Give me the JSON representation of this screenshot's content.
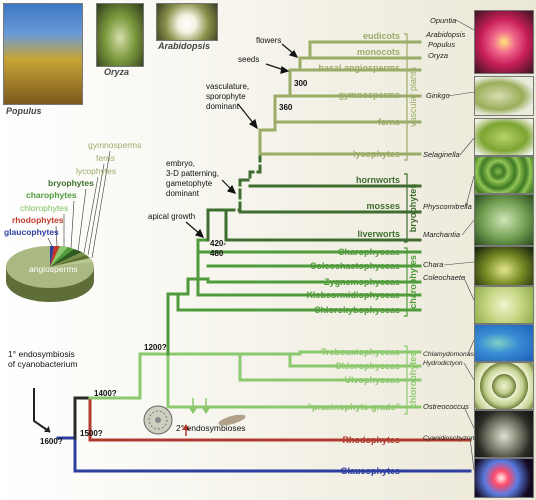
{
  "photos": {
    "populus": "Populus",
    "oryza": "Oryza",
    "arabidopsis": "Arabidopsis"
  },
  "pie": {
    "labels": [
      {
        "text": "gymnosperms",
        "color": "#9aac68"
      },
      {
        "text": "ferns",
        "color": "#9aac68"
      },
      {
        "text": "lycophytes",
        "color": "#9aac68"
      },
      {
        "text": "bryophytes",
        "color": "#3e6d2f"
      },
      {
        "text": "charophytes",
        "color": "#4f9a3a"
      },
      {
        "text": "chlorophytes",
        "color": "#8cc86e"
      },
      {
        "text": "rhodophytes",
        "color": "#c0392b"
      },
      {
        "text": "glaucophytes",
        "color": "#2d3e9e"
      }
    ],
    "main_label": "angiosperms"
  },
  "taxa": {
    "vascular": [
      "eudicots",
      "monocots",
      "basal angiosperms",
      "gymnosperms",
      "ferns",
      "lycophytes"
    ],
    "bryophytes": [
      "hornworts",
      "mosses",
      "liverworts"
    ],
    "charophytes": [
      "Charophyceae",
      "Coleochaetophyceae",
      "Zygnemophyceae",
      "Klebsormidiophyceae",
      "Chlorokybophyceae"
    ],
    "chlorophytes": [
      "Trebouxiophyceae",
      "Chlorophyceae",
      "Ulvophyceae",
      "“prasinophyte grade”"
    ],
    "rhodophytes": "Rhodophytes",
    "glaucophytes": "Glaucophytes"
  },
  "groups": {
    "vascular": "vascular plants",
    "bryophytes": "bryophytes",
    "charophytes": "charophytes",
    "chlorophytes": "chlorophytes"
  },
  "events": {
    "flowers": "flowers",
    "seeds": "seeds",
    "vasculature": [
      "vasculature,",
      "sporophyte",
      "dominant"
    ],
    "embryo": [
      "embryo,",
      "3-D patterning,",
      "gametophyte",
      "dominant"
    ],
    "apical": "apical growth",
    "endo1": [
      "1° endosymbiosis",
      "of cyanobacterium"
    ],
    "endo2": "2° endosymbioses"
  },
  "times": {
    "t300": "300",
    "t360": "360",
    "t420": "420-",
    "t480": "480",
    "t1200": "1200?",
    "t1400": "1400?",
    "t1500": "1500?",
    "t1600": "1600?"
  },
  "organisms": [
    "Opuntia",
    "Arabidopsis",
    "Populus",
    "Oryza",
    "Ginkgo",
    "Selaginella",
    "Physcomitrella",
    "Marchantia",
    "Chara",
    "Coleochaete",
    "Chlamydomonas",
    "Hydrodictyon",
    "Ostreococcus",
    "Cyanidioschyzon"
  ],
  "colors": {
    "vascular": "#9aac68",
    "bryophyte": "#3e6d2f",
    "charophyte": "#4f9a3a",
    "chlorophyte": "#8cc86e",
    "rhodophyte": "#b03a2e",
    "glaucophyte": "#2d3e9e"
  }
}
